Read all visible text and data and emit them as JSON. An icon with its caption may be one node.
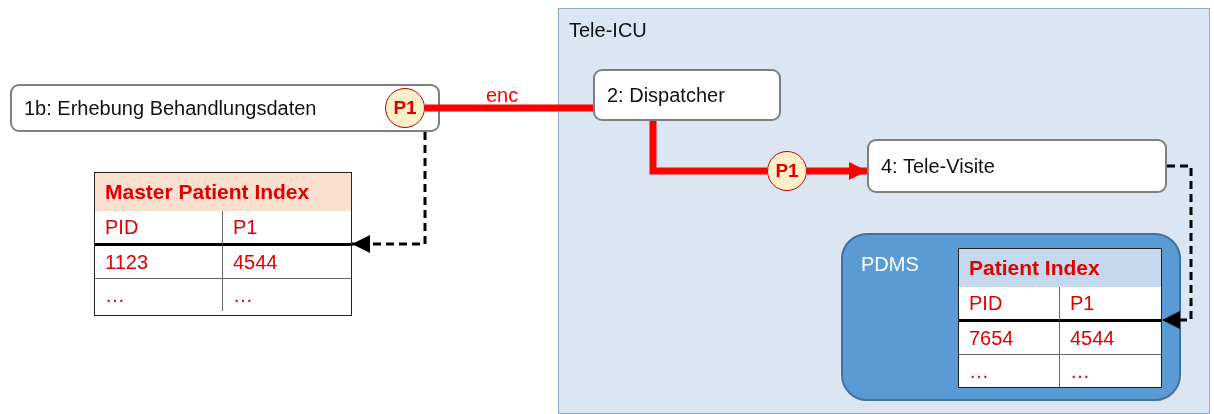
{
  "diagram": {
    "nodes": [
      {
        "text": [
          "1b: Erhebung Behandlungsdaten"
        ]
      },
      {
        "text": [
          "P1"
        ],
        "in": 0
      },
      {
        "text": [
          "Master Patient Index",
          "PID",
          "P1",
          "1123",
          "4544",
          "…",
          "…"
        ]
      },
      {
        "text": [
          "Tele-ICU"
        ]
      },
      {
        "text": [
          "2: Dispatcher"
        ],
        "in": 3
      },
      {
        "text": [
          "P1"
        ],
        "in": 3
      },
      {
        "text": [
          "4: Tele-Visite"
        ],
        "in": 3
      },
      {
        "text": [
          "PDMS"
        ],
        "in": 3
      },
      {
        "text": [
          "Patient Index",
          "PID",
          "P1",
          "7654",
          "4544",
          "…",
          "…"
        ],
        "in": 7
      }
    ],
    "edges": [
      {
        "from": 1,
        "to": 4,
        "arrow": "none",
        "label": "enc"
      },
      {
        "from": 4,
        "to": 5,
        "arrow": "none"
      },
      {
        "from": 5,
        "to": 6,
        "arrow": "to"
      },
      {
        "from": 0,
        "to": 2,
        "arrow": "to",
        "style": "dashed",
        "color": "#000000"
      },
      {
        "from": 6,
        "to": 8,
        "arrow": "to",
        "style": "dashed",
        "color": "#000000"
      }
    ]
  }
}
